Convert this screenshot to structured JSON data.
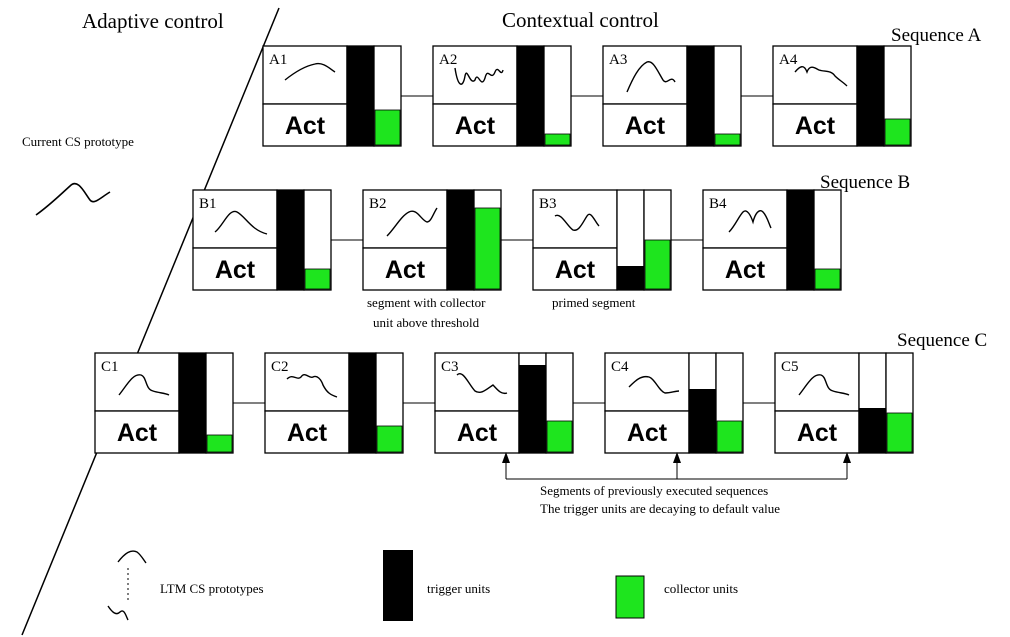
{
  "colors": {
    "trigger": "#000000",
    "collector": "#1ee51e",
    "line": "#000000",
    "background": "#ffffff"
  },
  "headers": {
    "adaptive": "Adaptive control",
    "contextual": "Contextual control",
    "current_cs": "Current CS prototype"
  },
  "sequences": [
    {
      "label": "Sequence A",
      "segments": [
        {
          "id": "A1",
          "act": "Act",
          "trigger": 1.0,
          "collector": 0.36,
          "icon": "curve-rise-icon"
        },
        {
          "id": "A2",
          "act": "Act",
          "trigger": 1.0,
          "collector": 0.12,
          "icon": "curve-wave-icon"
        },
        {
          "id": "A3",
          "act": "Act",
          "trigger": 1.0,
          "collector": 0.12,
          "icon": "curve-peak-icon"
        },
        {
          "id": "A4",
          "act": "Act",
          "trigger": 1.0,
          "collector": 0.27,
          "icon": "curve-bumpy-icon"
        }
      ]
    },
    {
      "label": "Sequence B",
      "segments": [
        {
          "id": "B1",
          "act": "Act",
          "trigger": 1.0,
          "collector": 0.21,
          "icon": "curve-bell-icon"
        },
        {
          "id": "B2",
          "act": "Act",
          "trigger": 1.0,
          "collector": 0.82,
          "icon": "curve-s-icon"
        },
        {
          "id": "B3",
          "act": "Act",
          "trigger": 0.24,
          "collector": 0.5,
          "icon": "curve-vdip-icon"
        },
        {
          "id": "B4",
          "act": "Act",
          "trigger": 1.0,
          "collector": 0.21,
          "icon": "curve-loop-icon"
        }
      ]
    },
    {
      "label": "Sequence C",
      "segments": [
        {
          "id": "C1",
          "act": "Act",
          "trigger": 1.0,
          "collector": 0.18,
          "icon": "curve-hook-icon"
        },
        {
          "id": "C2",
          "act": "Act",
          "trigger": 1.0,
          "collector": 0.27,
          "icon": "curve-squiggle-icon"
        },
        {
          "id": "C3",
          "act": "Act",
          "trigger": 0.88,
          "collector": 0.32,
          "icon": "curve-tail-icon"
        },
        {
          "id": "C4",
          "act": "Act",
          "trigger": 0.64,
          "collector": 0.32,
          "icon": "curve-slope-icon"
        },
        {
          "id": "C5",
          "act": "Act",
          "trigger": 0.45,
          "collector": 0.4,
          "icon": "curve-hook-icon"
        }
      ]
    }
  ],
  "annotations": {
    "b2": [
      "segment with collector",
      "unit above threshold"
    ],
    "b3": "primed segment",
    "c_note": [
      "Segments of previously executed sequences",
      "The trigger units are decaying to default value"
    ]
  },
  "legend": {
    "ltm": "LTM CS prototypes",
    "trigger": "trigger units",
    "collector": "collector units"
  }
}
